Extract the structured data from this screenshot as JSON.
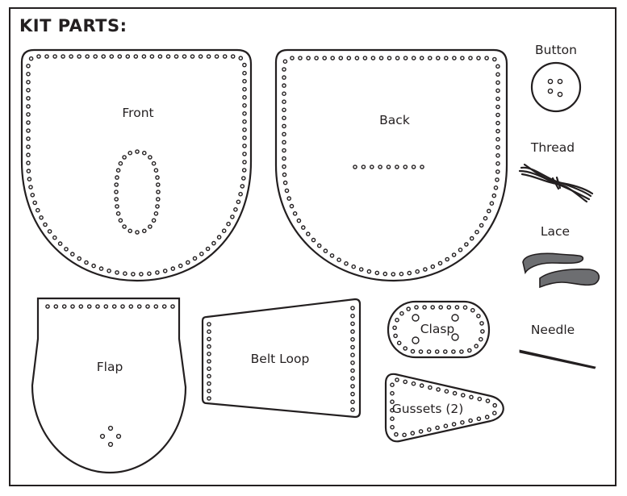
{
  "title": "KIT PARTS:",
  "parts": {
    "front": "Front",
    "back": "Back",
    "flap": "Flap",
    "belt_loop": "Belt Loop",
    "clasp": "Clasp",
    "gussets": "Gussets (2)"
  },
  "supplies": {
    "button": "Button",
    "thread": "Thread",
    "lace": "Lace",
    "needle": "Needle"
  },
  "colors": {
    "outline": "#231f20",
    "lace": "#6d6e71"
  }
}
